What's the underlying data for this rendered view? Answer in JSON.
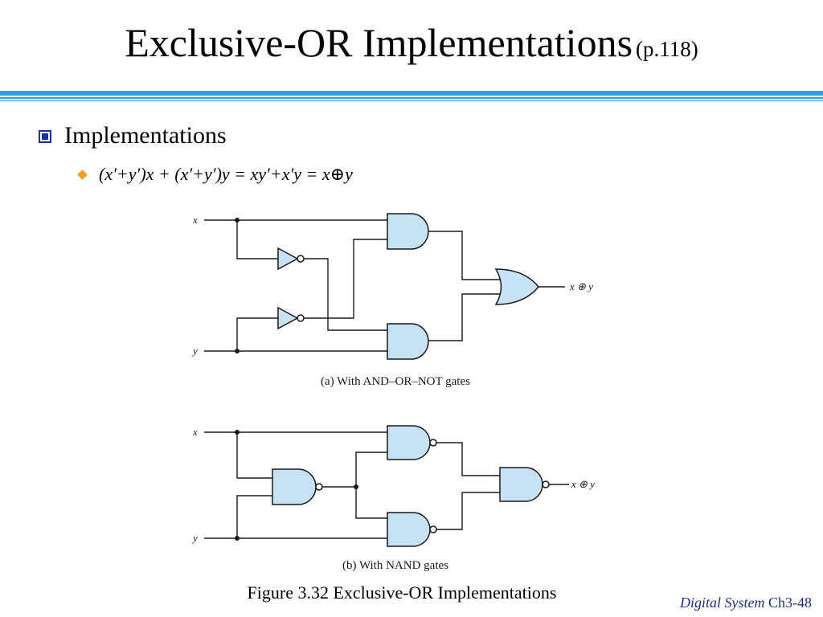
{
  "slide": {
    "title": "Exclusive-OR Implementations",
    "title_ref": "(p.118)",
    "bullet": "Implementations",
    "formula": "(x′+y′)x + (x′+y′)y = xy′+x′y = x⊕y",
    "caption": "Figure 3.32 Exclusive-OR Implementations",
    "footer_name": "Digital System",
    "footer_page": "Ch3-48"
  },
  "diagram_a": {
    "input_x": "x",
    "input_y": "y",
    "output": "x ⊕ y",
    "caption": "(a) With AND–OR–NOT gates"
  },
  "diagram_b": {
    "input_x": "x",
    "input_y": "y",
    "output": "x ⊕ y",
    "caption": "(b) With NAND gates"
  },
  "colors": {
    "accent_blue": "#1a2fa0",
    "rule_blue": "#2aa0ee",
    "gate_fill": "#c6e2f4",
    "bullet_orange": "#f0a020",
    "footer_blue": "#1f2f80"
  }
}
